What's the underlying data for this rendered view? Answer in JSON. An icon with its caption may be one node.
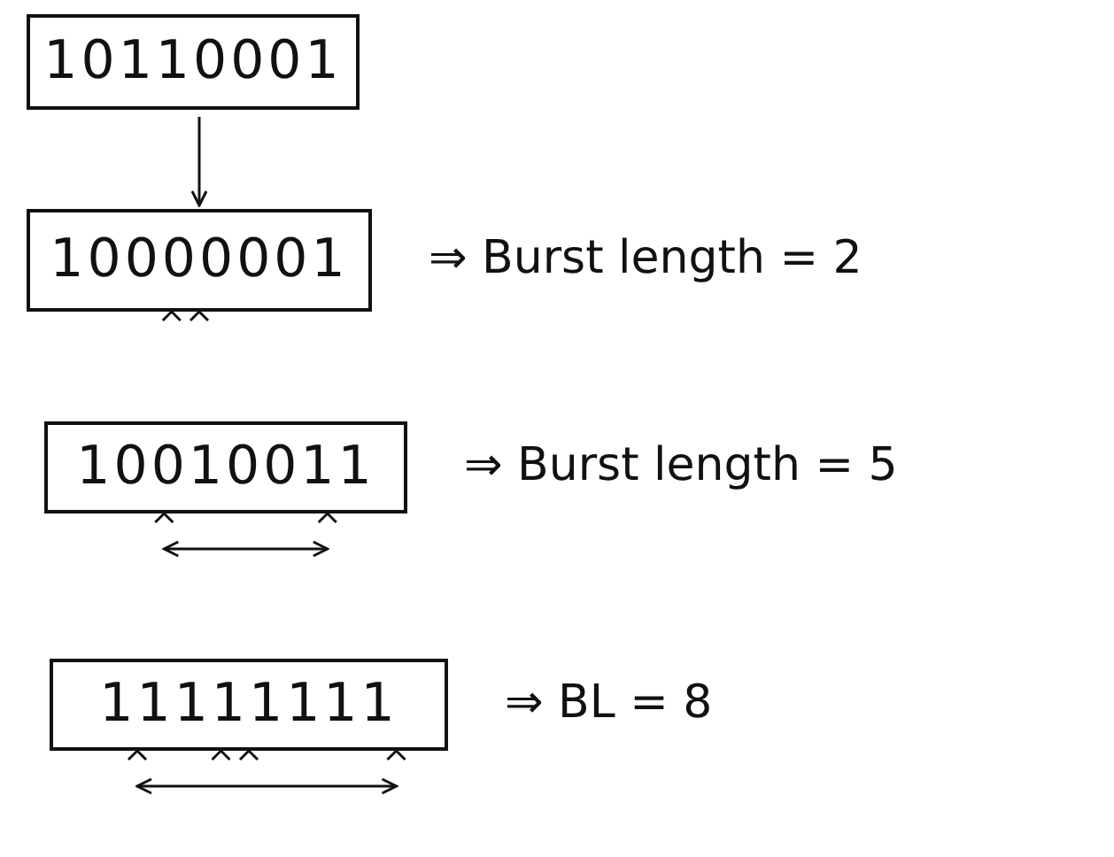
{
  "diagram": {
    "nodes": [
      {
        "text": [
          "10110001"
        ]
      },
      {
        "text": [
          "10000001"
        ],
        "beside": [
          "⇒ Burst length = 2"
        ]
      },
      {
        "text": [
          "10010011"
        ],
        "beside": [
          "⇒ Burst length = 5"
        ]
      },
      {
        "text": [
          "11111111"
        ],
        "beside": [
          "⇒ BL = 8"
        ]
      }
    ],
    "edges": [
      {
        "from": 0,
        "to": 1,
        "arrow": "to"
      }
    ]
  }
}
